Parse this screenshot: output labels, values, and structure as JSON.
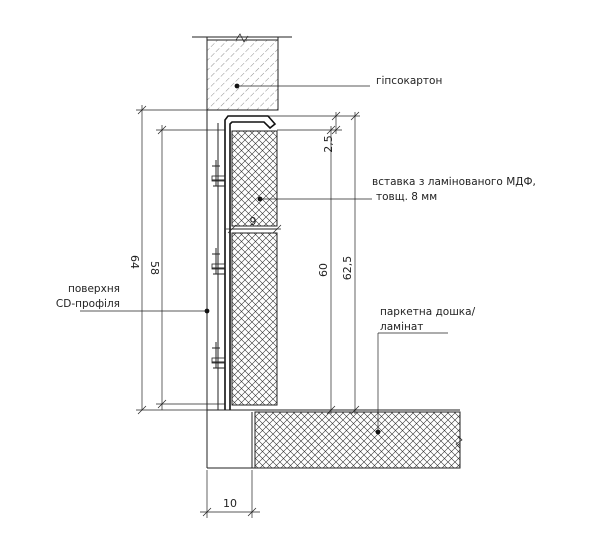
{
  "labels": {
    "drywall": "гіпсокартон",
    "mdf_line1": "вставка з ламінованого МДФ,",
    "mdf_line2": "товщ. 8 мм",
    "cd_line1": "поверхня",
    "cd_line2": "CD-профіля",
    "floor_line1": "паркетна дошка/",
    "floor_line2": "ламінат"
  },
  "dimensions": {
    "overall_height": "64",
    "profile_height": "58",
    "top_gap": "2,5",
    "insert_height": "60",
    "total_height": "62,5",
    "insert_thickness": "9",
    "bottom_offset": "10"
  }
}
